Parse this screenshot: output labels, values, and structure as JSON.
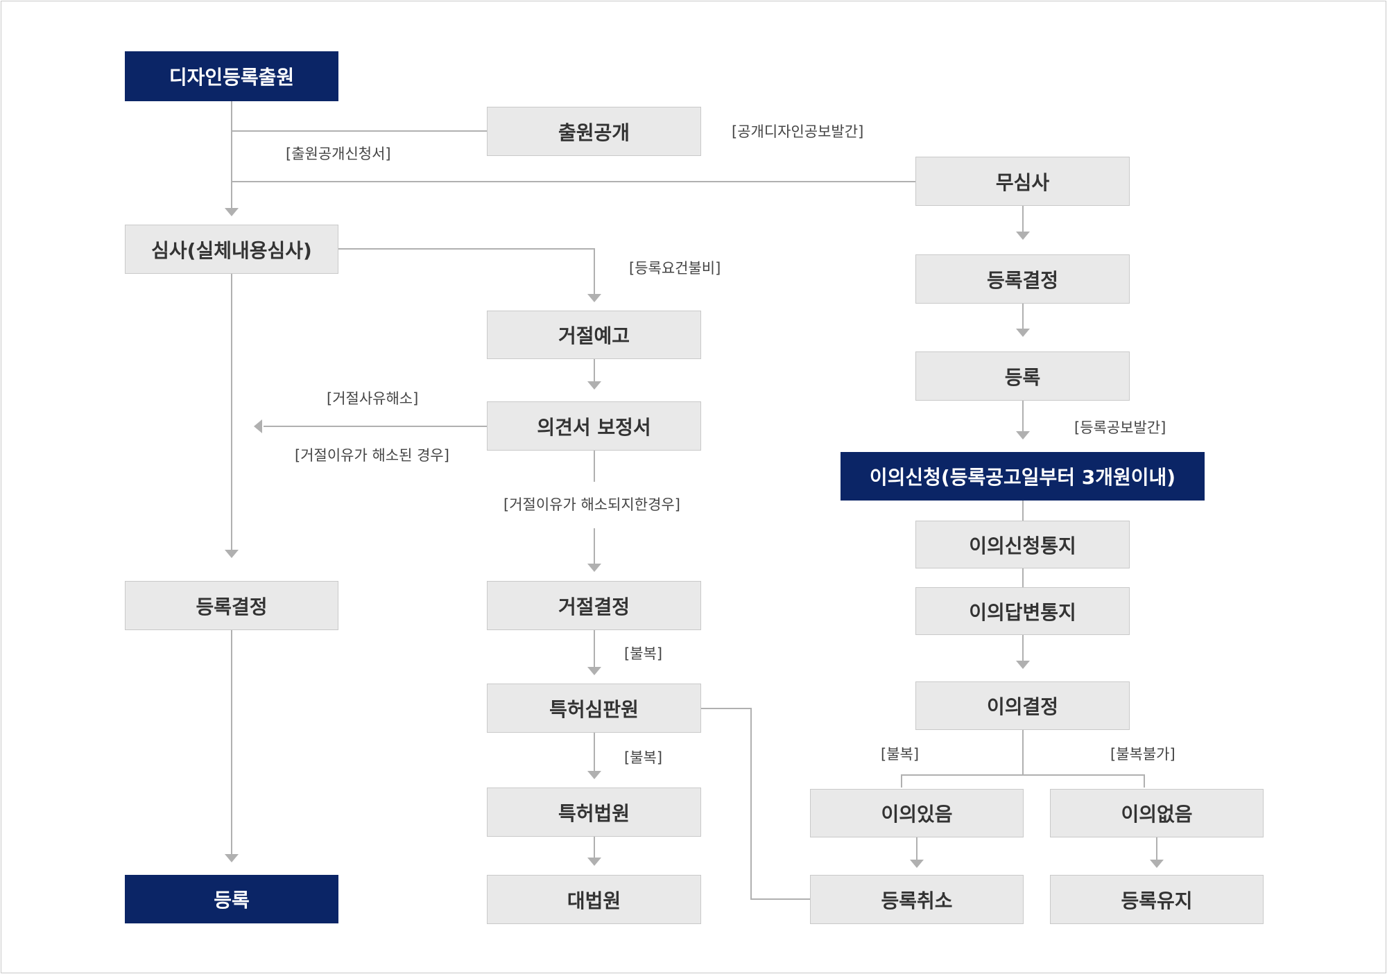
{
  "colors": {
    "dark_box": "#0b2566",
    "light_box": "#e9e9e9",
    "line": "#b0b0b0"
  },
  "boxes": {
    "design_application": "디자인등록출원",
    "application_publication": "출원공개",
    "no_examination": "무심사",
    "examination": "심사(실체내용심사)",
    "registration_decision_right": "등록결정",
    "rejection_notice": "거절예고",
    "registration_right": "등록",
    "opinion_amendment": "의견서 보정서",
    "opposition_filing": "이의신청(등록공고일부터 3개원이내)",
    "opposition_notice": "이의신청통지",
    "opposition_reply_notice": "이의답변통지",
    "registration_decision_left": "등록결정",
    "rejection_decision": "거절결정",
    "patent_tribunal": "특허심판원",
    "opposition_decision": "이의결정",
    "patent_court": "특허법원",
    "opposition_sustained": "이의있음",
    "opposition_dismissed": "이의없음",
    "registration_left": "등록",
    "supreme_court": "대법원",
    "registration_cancel": "등록취소",
    "registration_maintain": "등록유지"
  },
  "labels": {
    "publication_request": "[출원공개신청서]",
    "public_design_gazette": "[공개디자인공보발간]",
    "requirements_not_met": "[등록요건불비]",
    "rejection_reason_resolved": "[거절사유해소]",
    "rejection_reason_resolved_case": "[거절이유가 해소된 경우]",
    "registration_gazette": "[등록공보발간]",
    "rejection_not_resolved_case": "[거절이유가 해소되지한경우]",
    "appeal_1": "[불복]",
    "appeal_2": "[불복]",
    "appeal_3": "[불복]",
    "appeal_not_allowed": "[불복불가]"
  }
}
